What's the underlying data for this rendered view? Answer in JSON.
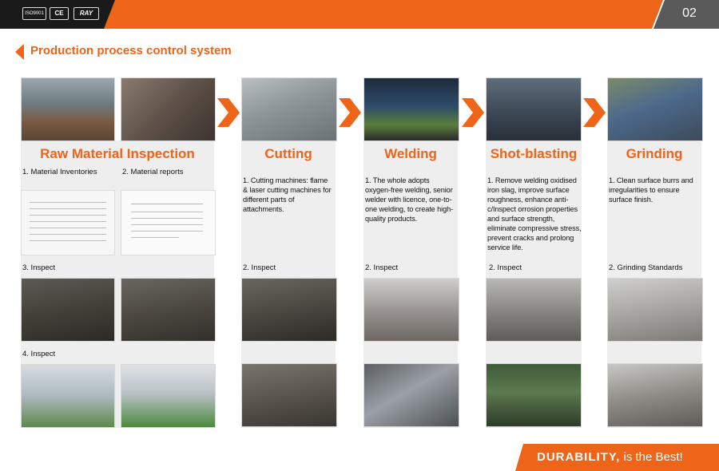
{
  "header": {
    "badges": [
      "ISO9001",
      "CE",
      "RAY"
    ],
    "page_number": "02",
    "title": "Production process control system"
  },
  "columns": [
    {
      "heading": "Raw Material Inspection",
      "items": [
        "1. Material Inventories",
        "2. Material reports",
        "3. Inspect",
        "4. Inspect"
      ]
    },
    {
      "heading": "Cutting",
      "description": "1. Cutting machines: flame & laser cutting machines for different parts of attachments.",
      "inspect_label": "2. Inspect"
    },
    {
      "heading": "Welding",
      "description": "1. The whole adopts oxygen-free welding, senior welder with licence, one-to-one welding, to create high-quality products.",
      "inspect_label": "2. Inspect"
    },
    {
      "heading": "Shot-blasting",
      "description": "1. Remove welding oxidised iron slag, improve surface roughness, enhance anti-c/Inspect orrosion properties and surface strength, eliminate compressive stress, prevent cracks and prolong service life.",
      "inspect_label": "2. Inspect"
    },
    {
      "heading": "Grinding",
      "description": "1. Clean surface burrs and irregularities to ensure surface finish.",
      "inspect_label": "2. Grinding Standards"
    }
  ],
  "footer": {
    "slogan_bold": "DURABILITY,",
    "slogan_rest": " is the Best!"
  },
  "colors": {
    "accent": "#ee6418",
    "dark": "#1a1a1a",
    "panel": "#eeeeee"
  }
}
